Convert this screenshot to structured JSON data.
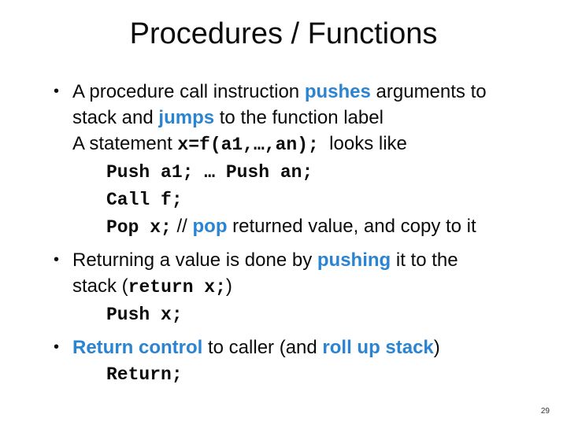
{
  "slide": {
    "title": "Procedures / Functions",
    "page_number": "29",
    "bullet_char": "•",
    "colors": {
      "accent_blue": "#2B84D2",
      "text": "#0B0B0B",
      "background": "#FFFFFF"
    },
    "paragraphs": [
      {
        "lines": [
          {
            "indent": "text",
            "runs": [
              {
                "t": "A procedure call instruction ",
                "s": "plain"
              },
              {
                "t": "pushes",
                "s": "accent"
              },
              {
                "t": " arguments to",
                "s": "plain"
              }
            ]
          },
          {
            "indent": "text",
            "runs": [
              {
                "t": "stack and ",
                "s": "plain"
              },
              {
                "t": "jumps",
                "s": "accent"
              },
              {
                "t": " to the function label",
                "s": "plain"
              }
            ]
          },
          {
            "indent": "text",
            "runs": [
              {
                "t": "A statement ",
                "s": "plain"
              },
              {
                "t": "x=f(a1,…,an);",
                "s": "code"
              },
              {
                "t": "  looks like",
                "s": "plain"
              }
            ]
          },
          {
            "indent": "code",
            "runs": [
              {
                "t": "Push a1; … Push an;",
                "s": "code"
              }
            ]
          },
          {
            "indent": "code",
            "runs": [
              {
                "t": "Call f;",
                "s": "code"
              }
            ]
          },
          {
            "indent": "code",
            "runs": [
              {
                "t": "Pop x;",
                "s": "code"
              },
              {
                "t": " // ",
                "s": "plain"
              },
              {
                "t": "pop",
                "s": "accent"
              },
              {
                "t": " returned value, and copy to it",
                "s": "plain"
              }
            ]
          }
        ]
      },
      {
        "lines": [
          {
            "indent": "text",
            "runs": [
              {
                "t": "Returning a value is done by ",
                "s": "plain"
              },
              {
                "t": "pushing",
                "s": "accent"
              },
              {
                "t": " it to the",
                "s": "plain"
              }
            ]
          },
          {
            "indent": "text",
            "runs": [
              {
                "t": "stack (",
                "s": "plain"
              },
              {
                "t": "return x;",
                "s": "code"
              },
              {
                "t": ")",
                "s": "plain"
              }
            ]
          },
          {
            "indent": "code",
            "runs": [
              {
                "t": "Push x;",
                "s": "code"
              }
            ]
          }
        ]
      },
      {
        "lines": [
          {
            "indent": "text",
            "runs": [
              {
                "t": "Return control",
                "s": "accent"
              },
              {
                "t": " to caller (and ",
                "s": "plain"
              },
              {
                "t": "roll up stack",
                "s": "accent"
              },
              {
                "t": ")",
                "s": "plain"
              }
            ]
          },
          {
            "indent": "code",
            "runs": [
              {
                "t": "Return;",
                "s": "code"
              }
            ]
          }
        ]
      }
    ]
  }
}
